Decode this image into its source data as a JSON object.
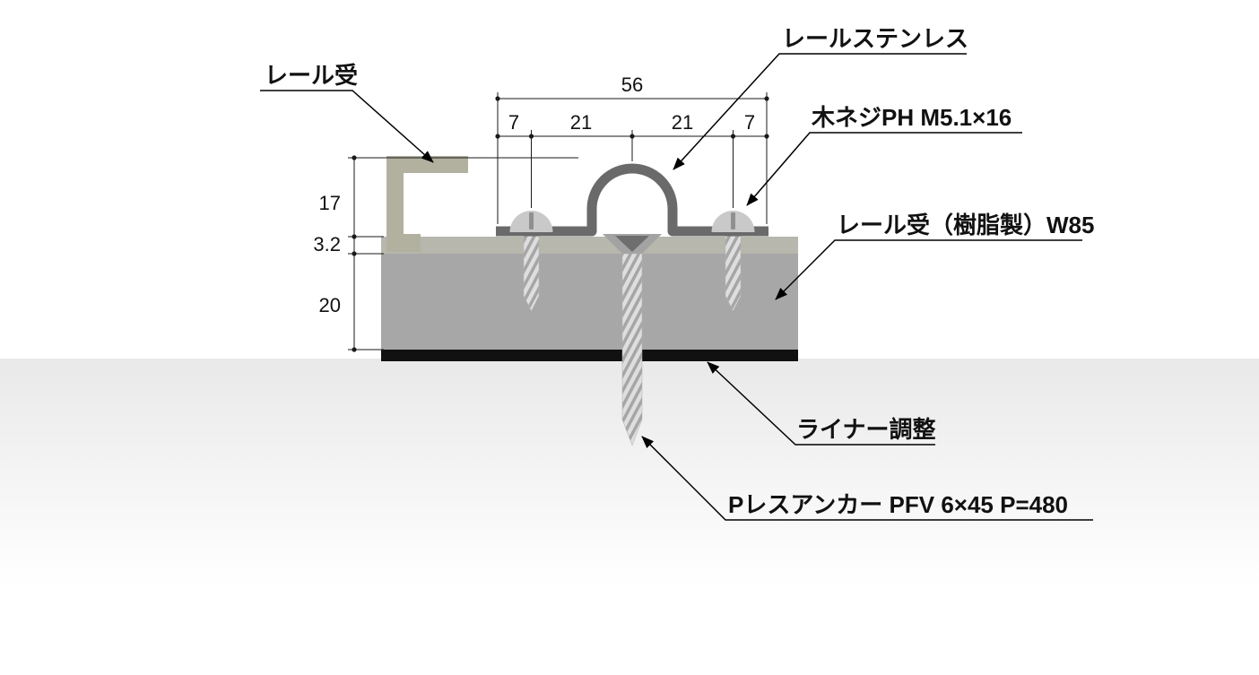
{
  "labels": {
    "rail_receiver": "レール受",
    "rail_stainless": "レールステンレス",
    "wood_screw": "木ネジPH M5.1×16",
    "rail_receiver_resin": "レール受（樹脂製）W85",
    "liner_adjustment": "ライナー調整",
    "anchor": "Pレスアンカー PFV 6×45 P=480"
  },
  "dimensions": {
    "overall_width": "56",
    "left_edge": "7",
    "left_pitch": "21",
    "right_pitch": "21",
    "right_edge": "7",
    "rail_height": "17",
    "plate_thickness": "3.2",
    "base_height": "20"
  },
  "colors": {
    "base_block": "#a7a7a7",
    "top_plate": "#b7b7ad",
    "hook": "#b2b09f",
    "rail": "#6a6a6a",
    "liner": "#111111",
    "screw": "#c9c9c9",
    "ground": "#e9e9e9"
  }
}
